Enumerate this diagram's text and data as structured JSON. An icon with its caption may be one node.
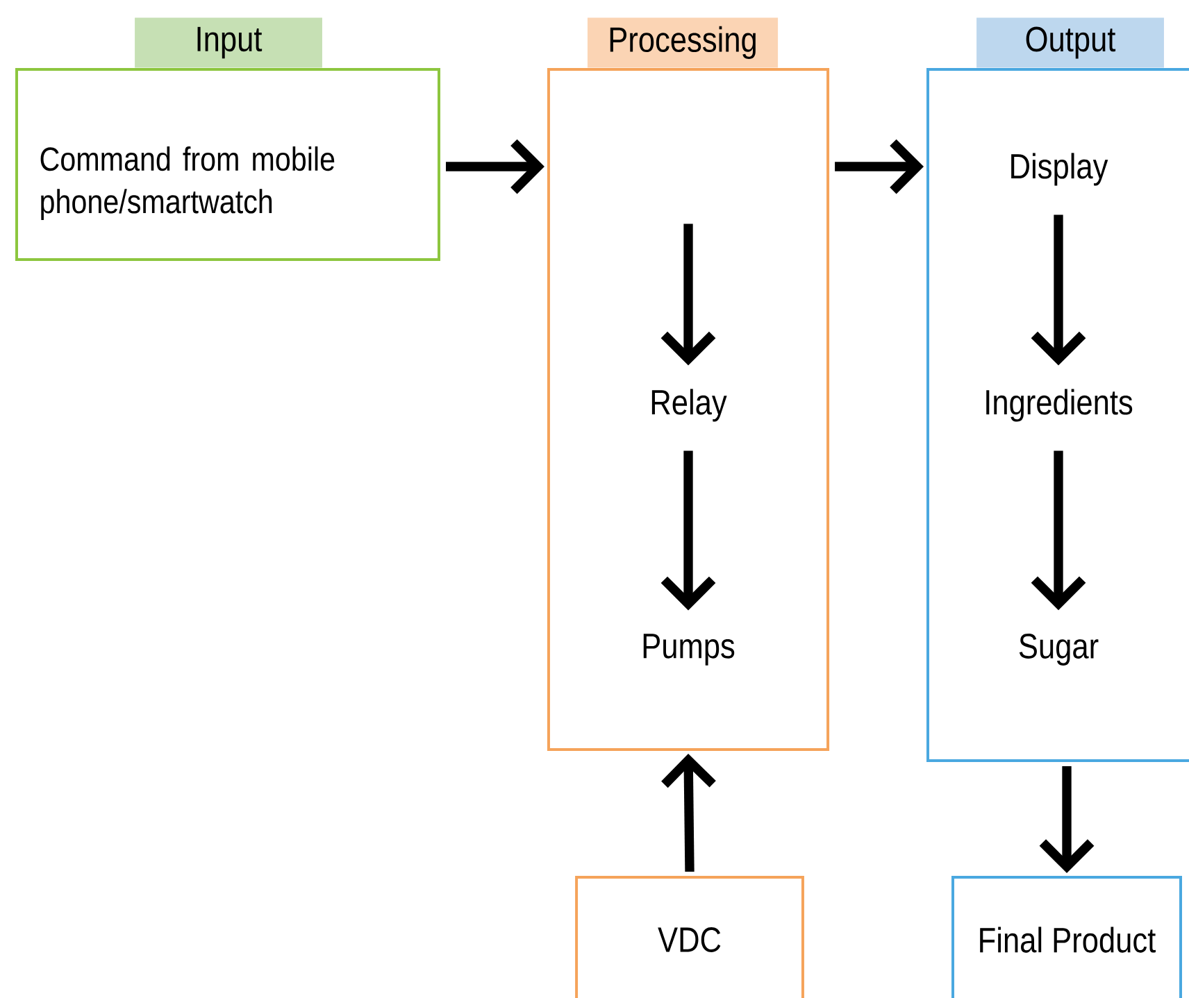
{
  "diagram": {
    "nodes": [
      {
        "text": [
          "Input",
          "Command from mobile phone/smartwatch"
        ]
      },
      {
        "text": [
          "Processing"
        ]
      },
      {
        "text": [
          "Relay"
        ],
        "in": 1
      },
      {
        "text": [
          "Pumps"
        ],
        "in": 1
      },
      {
        "text": [
          "Output"
        ]
      },
      {
        "text": [
          "Display"
        ],
        "in": 4
      },
      {
        "text": [
          "Ingredients"
        ],
        "in": 4
      },
      {
        "text": [
          "Sugar"
        ],
        "in": 4
      },
      {
        "text": [
          "VDC"
        ]
      },
      {
        "text": [
          "Final Product"
        ]
      }
    ],
    "edges": [
      {
        "from": 0,
        "to": 1,
        "arrow": "to"
      },
      {
        "from": 1,
        "to": 4,
        "arrow": "to"
      },
      {
        "from": null,
        "to": 2,
        "arrow": "to"
      },
      {
        "from": 2,
        "to": 3,
        "arrow": "to"
      },
      {
        "from": 8,
        "to": 1,
        "arrow": "to"
      },
      {
        "from": 5,
        "to": 6,
        "arrow": "to"
      },
      {
        "from": 6,
        "to": 7,
        "arrow": "to"
      },
      {
        "from": 4,
        "to": 9,
        "arrow": "to"
      }
    ]
  }
}
